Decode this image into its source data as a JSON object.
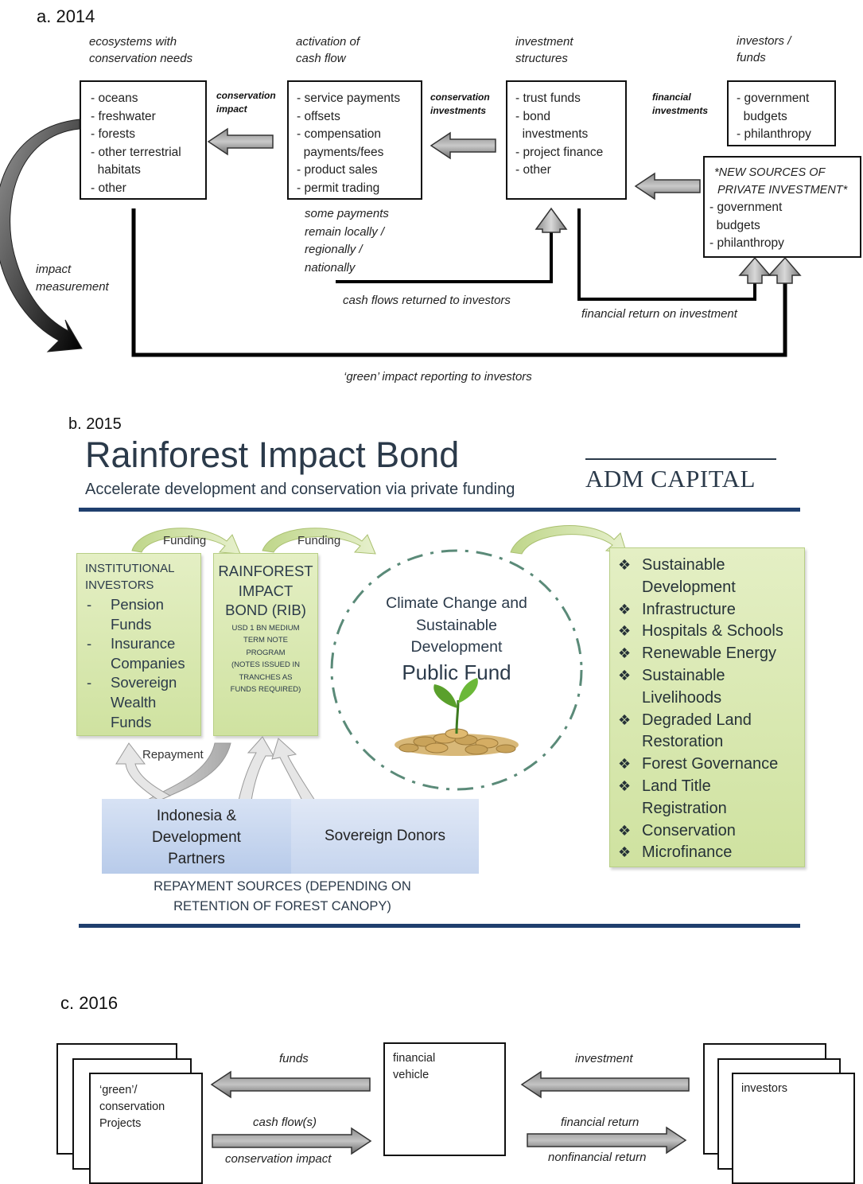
{
  "panel_a": {
    "label": "a. 2014",
    "col1_header": [
      "ecosystems with",
      "conservation needs"
    ],
    "col2_header": [
      "activation of",
      "cash flow"
    ],
    "col3_header": [
      "investment",
      "structures"
    ],
    "col4_header": [
      "investors /",
      "funds"
    ],
    "box1_items": [
      "- oceans",
      "- freshwater",
      "- forests",
      "- other terrestrial",
      "  habitats",
      "- other"
    ],
    "box2_items": [
      "- service payments",
      "- offsets",
      "- compensation",
      "  payments/fees",
      "- product sales",
      "- permit trading"
    ],
    "box3_items": [
      "- trust funds",
      "- bond",
      "  investments",
      "- project finance",
      "- other"
    ],
    "box4_items": [
      "- government",
      "  budgets",
      "- philanthropy"
    ],
    "box5_title": [
      "*NEW SOURCES OF",
      "PRIVATE INVESTMENT*"
    ],
    "box5_items": [
      "- government",
      "  budgets",
      "- philanthropy"
    ],
    "arrow_label_1": [
      "conservation",
      "impact"
    ],
    "arrow_label_2": [
      "conservation",
      "investments"
    ],
    "arrow_label_3": [
      "financial",
      "investments"
    ],
    "note_local": [
      "some payments",
      "remain locally /",
      "regionally /",
      "nationally"
    ],
    "impact_measurement": [
      "impact",
      "measurement"
    ],
    "cash_flows_returned": "cash flows returned to investors",
    "financial_return": "financial return on investment",
    "green_reporting": "‘green’ impact reporting to investors"
  },
  "panel_b": {
    "label": "b. 2015",
    "title": "Rainforest Impact Bond",
    "subtitle": "Accelerate development and conservation via private funding",
    "logo": "ADM CAPITAL",
    "funding_1": "Funding",
    "funding_2": "Funding",
    "institutional_title": [
      "INSTITUTIONAL",
      "INVESTORS"
    ],
    "institutional_items": [
      [
        "Pension",
        "Funds"
      ],
      [
        "Insurance",
        "Companies"
      ],
      [
        "Sovereign",
        "Wealth",
        "Funds"
      ]
    ],
    "rib_title": [
      "RAINFOREST",
      "IMPACT",
      "BOND (RIB)"
    ],
    "rib_note": [
      "USD 1 BN MEDIUM",
      "TERM NOTE",
      "PROGRAM",
      "(NOTES ISSUED IN",
      "TRANCHES AS",
      "FUNDS REQUIRED)"
    ],
    "fund_text": [
      "Climate Change and",
      "Sustainable",
      "Development"
    ],
    "fund_title": "Public Fund",
    "repayment": "Repayment",
    "indonesia": [
      "Indonesia &",
      "Development",
      "Partners"
    ],
    "sovereign": "Sovereign Donors",
    "repayment_sources": [
      "REPAYMENT SOURCES (DEPENDING ON",
      "RETENTION OF FOREST CANOPY)"
    ],
    "outcomes": [
      [
        "Sustainable",
        "Development"
      ],
      [
        "Infrastructure"
      ],
      [
        "Hospitals & Schools"
      ],
      [
        "Renewable Energy"
      ],
      [
        "Sustainable",
        "Livelihoods"
      ],
      [
        "Degraded Land",
        "Restoration"
      ],
      [
        "Forest Governance"
      ],
      [
        "Land Title",
        "Registration"
      ],
      [
        "Conservation"
      ],
      [
        "Microfinance"
      ]
    ],
    "colors": {
      "title": "#2b3a4a",
      "rule": "#1f3f6e",
      "green": "#cfe2a0",
      "blue": "#b8cbea"
    }
  },
  "panel_c": {
    "label": "c. 2016",
    "projects": [
      "‘green’/",
      "conservation",
      "Projects"
    ],
    "vehicle": [
      "financial",
      "vehicle"
    ],
    "investors": "investors",
    "funds": "funds",
    "cash_flows": "cash flow(s)",
    "conservation_impact": "conservation impact",
    "investment": "investment",
    "financial_return": "financial return",
    "nonfinancial_return": "nonfinancial return"
  }
}
